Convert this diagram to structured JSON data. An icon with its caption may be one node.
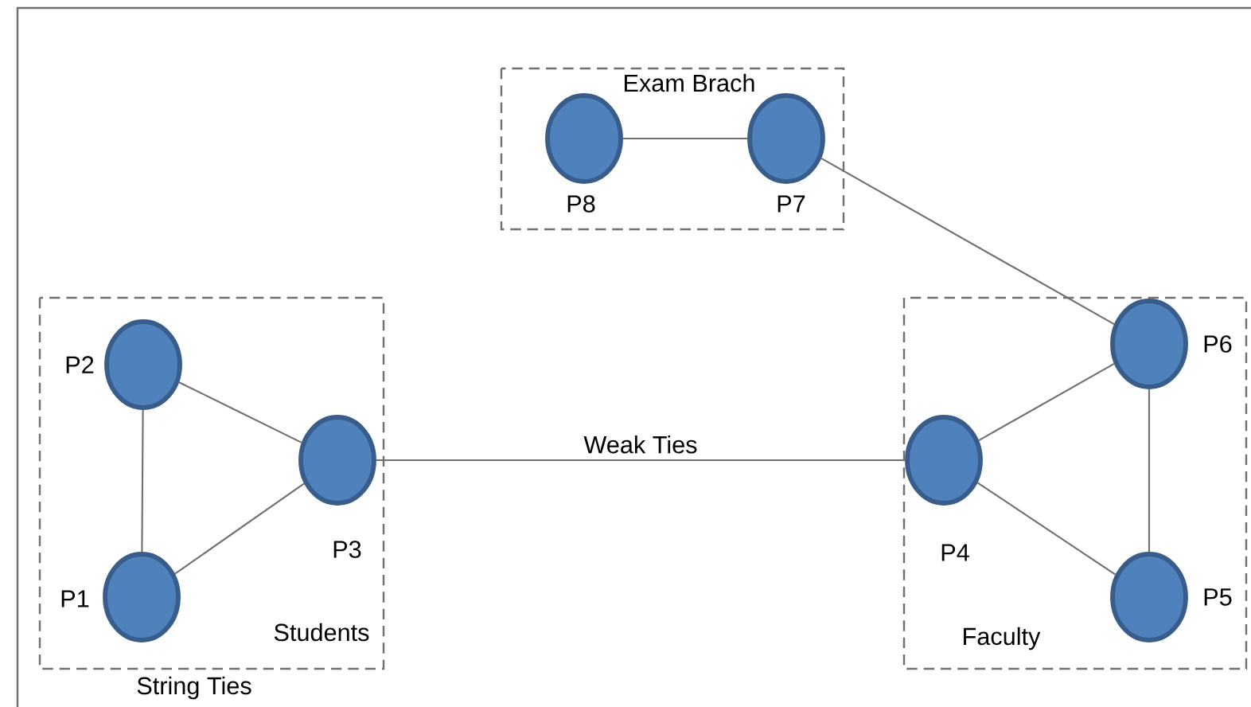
{
  "diagram": {
    "nodes": [
      {
        "text": [
          "Exam Brach"
        ]
      },
      {
        "text": [],
        "shape": "circle",
        "beside": [
          "P8"
        ],
        "in": 0
      },
      {
        "text": [],
        "shape": "circle",
        "beside": [
          "P7"
        ],
        "in": 0
      },
      {
        "text": [
          "Students"
        ],
        "beside": [
          "String Ties"
        ]
      },
      {
        "text": [],
        "shape": "circle",
        "beside": [
          "P2"
        ],
        "in": 3
      },
      {
        "text": [],
        "shape": "circle",
        "beside": [
          "P1"
        ],
        "in": 3
      },
      {
        "text": [],
        "shape": "circle",
        "beside": [
          "P3"
        ],
        "in": 3
      },
      {
        "text": [
          "Faculty"
        ]
      },
      {
        "text": [],
        "shape": "circle",
        "beside": [
          "P6"
        ],
        "in": 7
      },
      {
        "text": [],
        "shape": "circle",
        "beside": [
          "P4"
        ],
        "in": 7
      },
      {
        "text": [],
        "shape": "circle",
        "beside": [
          "P5"
        ],
        "in": 7
      }
    ],
    "edges": [
      {
        "from": 1,
        "to": 2,
        "arrow": "none"
      },
      {
        "from": 2,
        "to": 8,
        "arrow": "none"
      },
      {
        "from": 4,
        "to": 5,
        "arrow": "none"
      },
      {
        "from": 4,
        "to": 6,
        "arrow": "none"
      },
      {
        "from": 5,
        "to": 6,
        "arrow": "none"
      },
      {
        "from": 6,
        "to": 9,
        "arrow": "none",
        "label": "Weak Ties"
      },
      {
        "from": 9,
        "to": 8,
        "arrow": "none"
      },
      {
        "from": 9,
        "to": 10,
        "arrow": "none"
      },
      {
        "from": 8,
        "to": 10,
        "arrow": "none"
      }
    ]
  }
}
